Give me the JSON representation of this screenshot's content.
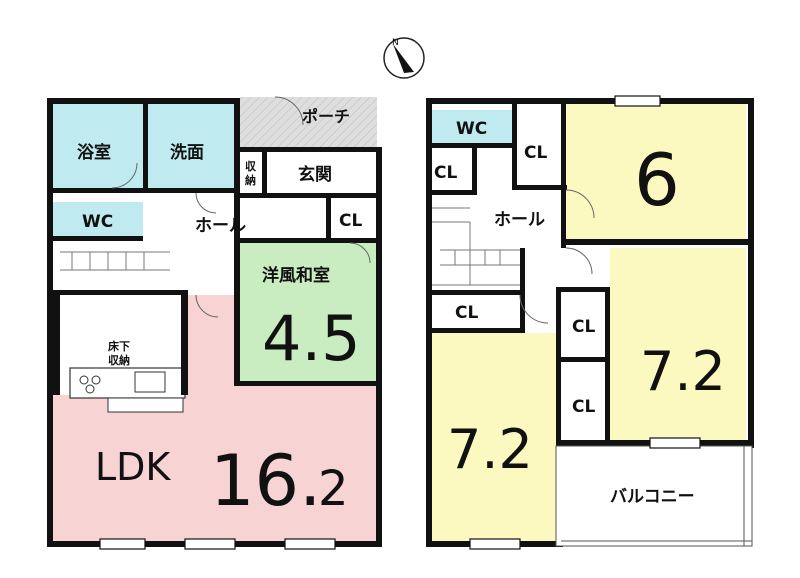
{
  "compass": {
    "north_label": "N"
  },
  "first_floor": {
    "bath": "浴室",
    "washroom": "洗面",
    "storage_top": "収",
    "storage_bottom": "納",
    "porch": "ポーチ",
    "entrance": "玄関",
    "toilet": "WC",
    "hall": "ホール",
    "closet": "CL",
    "japanese_room_label": "洋風和室",
    "japanese_room_size": "4.5",
    "underfloor_top": "床下",
    "underfloor_bottom": "収納",
    "ldk_label": "LDK",
    "ldk_size_int": "16.",
    "ldk_size_dec": "2"
  },
  "second_floor": {
    "toilet": "WC",
    "closet_wc": "CL",
    "closet_top": "CL",
    "hall": "ホール",
    "room_ne_size": "6",
    "closet_left": "CL",
    "closet_mid_upper": "CL",
    "closet_mid_lower": "CL",
    "room_e_size": "7.2",
    "room_sw_size": "7.2",
    "balcony": "バルコニー"
  },
  "colors": {
    "bath_blue": "#bfeaf0",
    "ldk_pink": "#f7d3d4",
    "japanese_green": "#c9ecc0",
    "bedroom_yellow": "#fbf8c0",
    "porch_gray": "#dcdcdc",
    "wall": "#111111"
  }
}
